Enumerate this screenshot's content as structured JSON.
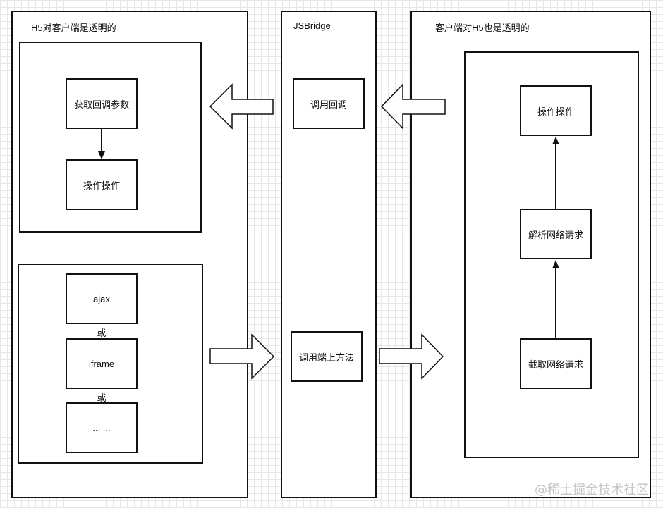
{
  "left_panel": {
    "title": "H5对客户端是透明的",
    "callback_group": {
      "get_params": "获取回调参数",
      "operate": "操作操作"
    },
    "call_group": {
      "option1": "ajax",
      "or1": "或",
      "option2": "iframe",
      "or2": "或",
      "option3": "... ..."
    }
  },
  "middle_panel": {
    "title": "JSBridge",
    "callback": "调用回调",
    "call_method": "调用端上方法"
  },
  "right_panel": {
    "title": "客户端对H5也是透明的",
    "operate": "操作操作",
    "parse_request": "解析网络请求",
    "intercept_request": "截取网络请求"
  },
  "watermark": "@稀土掘金技术社区"
}
